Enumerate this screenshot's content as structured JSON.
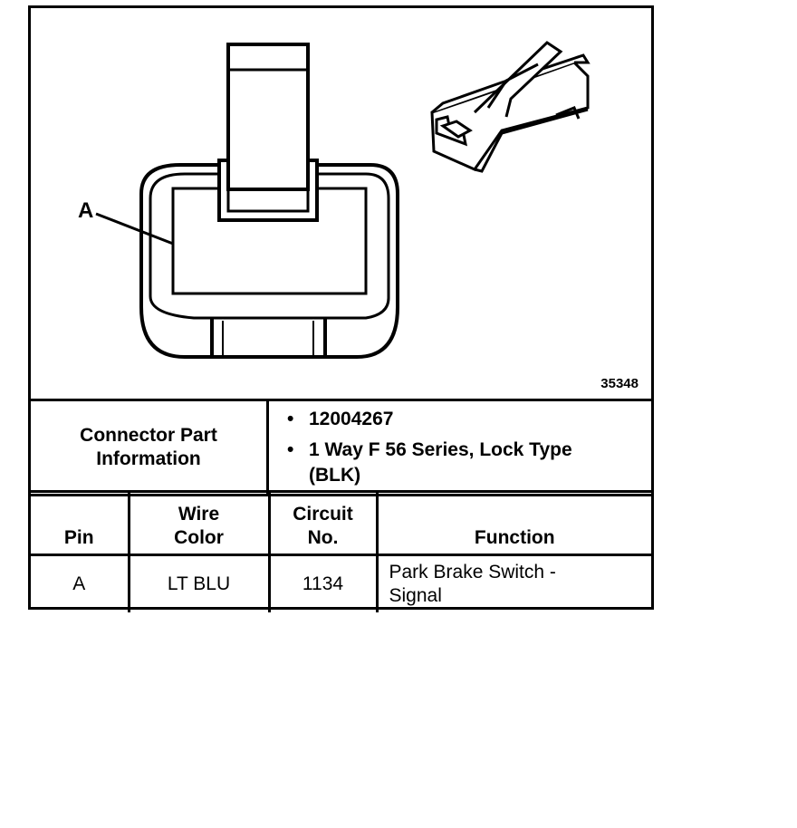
{
  "figure": {
    "callout_label": "A",
    "figure_number": "35348"
  },
  "connector_info": {
    "label_line1": "Connector Part",
    "label_line2": "Information",
    "items": [
      "12004267",
      "1 Way F 56 Series, Lock Type (BLK)"
    ]
  },
  "pin_table": {
    "headers": {
      "pin": "Pin",
      "wire_color_line1": "Wire",
      "wire_color_line2": "Color",
      "circuit_line1": "Circuit",
      "circuit_line2": "No.",
      "function": "Function"
    },
    "rows": [
      {
        "pin": "A",
        "wire_color": "LT BLU",
        "circuit": "1134",
        "function": "Park Brake Switch - Signal"
      }
    ]
  }
}
